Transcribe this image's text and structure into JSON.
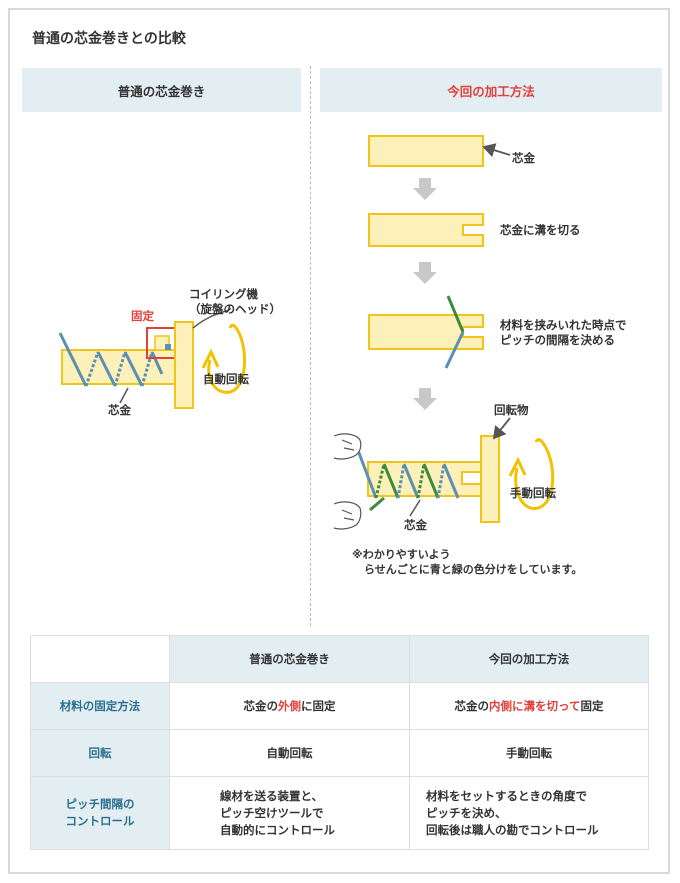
{
  "title": "普通の芯金巻きとの比較",
  "left_header": "普通の芯金巻き",
  "right_header": "今回の加工方法",
  "colors": {
    "accent": "#e0403a",
    "header_bg": "#e3eef3",
    "core_fill": "#fdf0b8",
    "core_stroke": "#f0c419",
    "wire_blue": "#5b8fb3",
    "wire_green": "#3e8a3e"
  },
  "left": {
    "coil_machine": [
      "コイリング機",
      "（旋盤のヘッド）"
    ],
    "fixed": "固定",
    "auto_rotation": "自動回転",
    "core": "芯金"
  },
  "right": {
    "step1": "芯金",
    "step2": "芯金に溝を切る",
    "step3": [
      "材料を挟みいれた時点で",
      "ピッチの間隔を決める"
    ],
    "rotating_object": "回転物",
    "manual_rotation": "手動回転",
    "core": "芯金",
    "note": [
      "※わかりやすいよう",
      "らせんごとに青と緑の色分けをしています。"
    ]
  },
  "table": {
    "col_left": "普通の芯金巻き",
    "col_right": "今回の加工方法",
    "rows": [
      {
        "label": "材料の固定方法",
        "left": {
          "pre": "芯金の",
          "hl": "外側",
          "post": "に固定"
        },
        "right": {
          "pre": "芯金の",
          "hl": "内側に溝を切って",
          "post": "固定"
        }
      },
      {
        "label": "回転",
        "left": "自動回転",
        "right": "手動回転"
      },
      {
        "label": [
          "ピッチ間隔の",
          "コントロール"
        ],
        "left": [
          "線材を送る装置と、",
          "ピッチ空けツールで",
          "自動的にコントロール"
        ],
        "right": [
          "材料をセットするときの角度で",
          "ピッチを決め、",
          "回転後は職人の勘でコントロール"
        ]
      }
    ]
  }
}
